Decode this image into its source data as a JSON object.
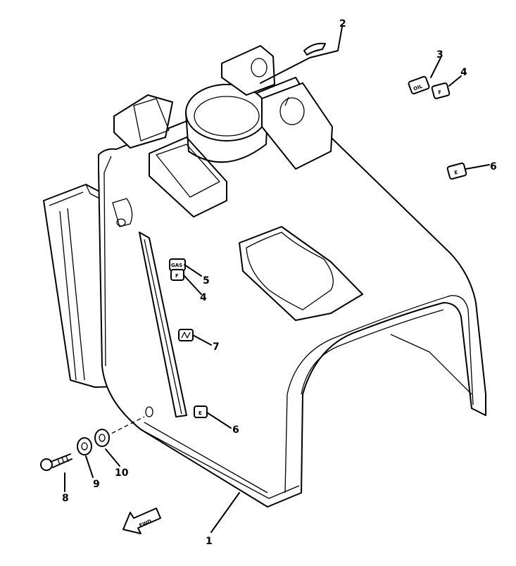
{
  "diagram": {
    "callouts": [
      {
        "id": "c1",
        "text": "1"
      },
      {
        "id": "c2",
        "text": "2"
      },
      {
        "id": "c3",
        "text": "3"
      },
      {
        "id": "c4a",
        "text": "4"
      },
      {
        "id": "c4b",
        "text": "4"
      },
      {
        "id": "c5",
        "text": "5"
      },
      {
        "id": "c6a",
        "text": "6"
      },
      {
        "id": "c6b",
        "text": "6"
      },
      {
        "id": "c7",
        "text": "7"
      },
      {
        "id": "c8",
        "text": "8"
      },
      {
        "id": "c9",
        "text": "9"
      },
      {
        "id": "c10",
        "text": "10"
      }
    ],
    "decal_labels": {
      "oil": "OIL",
      "f": "F",
      "e": "E",
      "gas": "GAS",
      "fwd": "FWD"
    },
    "colors": {
      "line": "#000000",
      "background": "#ffffff"
    }
  }
}
